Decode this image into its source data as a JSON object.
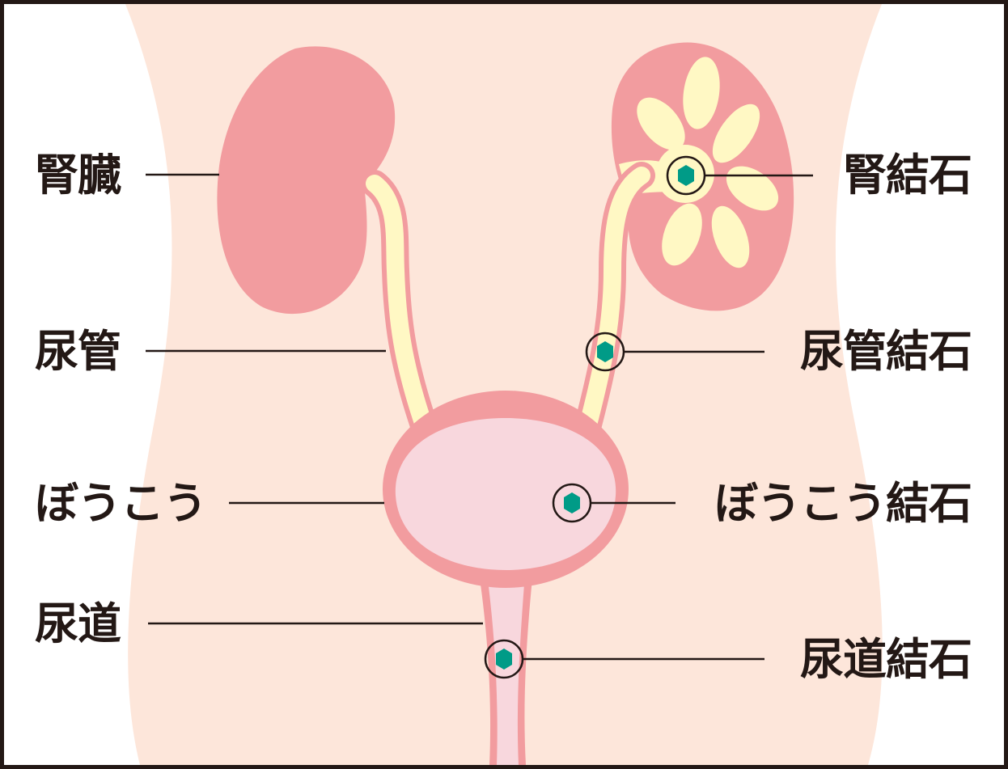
{
  "colors": {
    "background": "#ffffff",
    "body": "#fde6da",
    "kidney": "#f29c9f",
    "bladder_fill": "#f8d7dd",
    "pelvis": "#fff8c4",
    "stone": "#009b87",
    "ink": "#231815"
  },
  "labels": {
    "kidney": "腎臓",
    "ureter": "尿管",
    "bladder": "ぼうこう",
    "urethra": "尿道",
    "kidney_stone": "腎結石",
    "ureter_stone": "尿管結石",
    "bladder_stone": "ぼうこう結石",
    "urethra_stone": "尿道結石"
  }
}
